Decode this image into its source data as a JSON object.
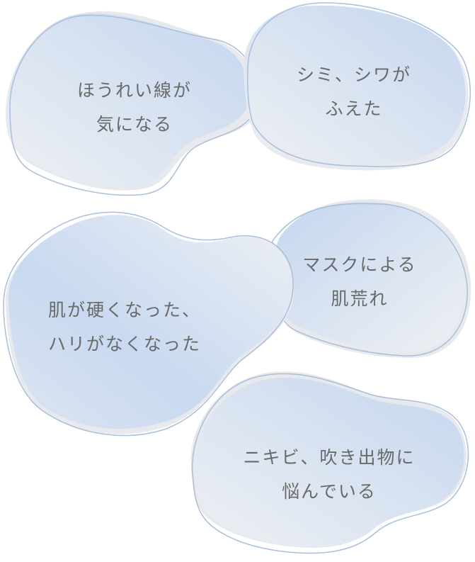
{
  "colors": {
    "fill_light": "#eceef2",
    "fill_blue": "#c6d7ef",
    "outline": "#a9bfdb",
    "shadow": "#e6e8ec",
    "text": "#6a6a6a"
  },
  "bubbles": [
    {
      "id": "laugh-lines",
      "lines": [
        "ほうれい線が",
        "気になる"
      ]
    },
    {
      "id": "spots-wrinkles",
      "lines": [
        "シミ、シワが",
        "ふえた"
      ]
    },
    {
      "id": "firmness",
      "lines": [
        "肌が硬くなった、",
        "ハリがなくなった"
      ]
    },
    {
      "id": "mask-rough-skin",
      "lines": [
        "マスクによる",
        "肌荒れ"
      ]
    },
    {
      "id": "acne",
      "lines": [
        "ニキビ、吹き出物に",
        "悩んでいる"
      ]
    }
  ]
}
